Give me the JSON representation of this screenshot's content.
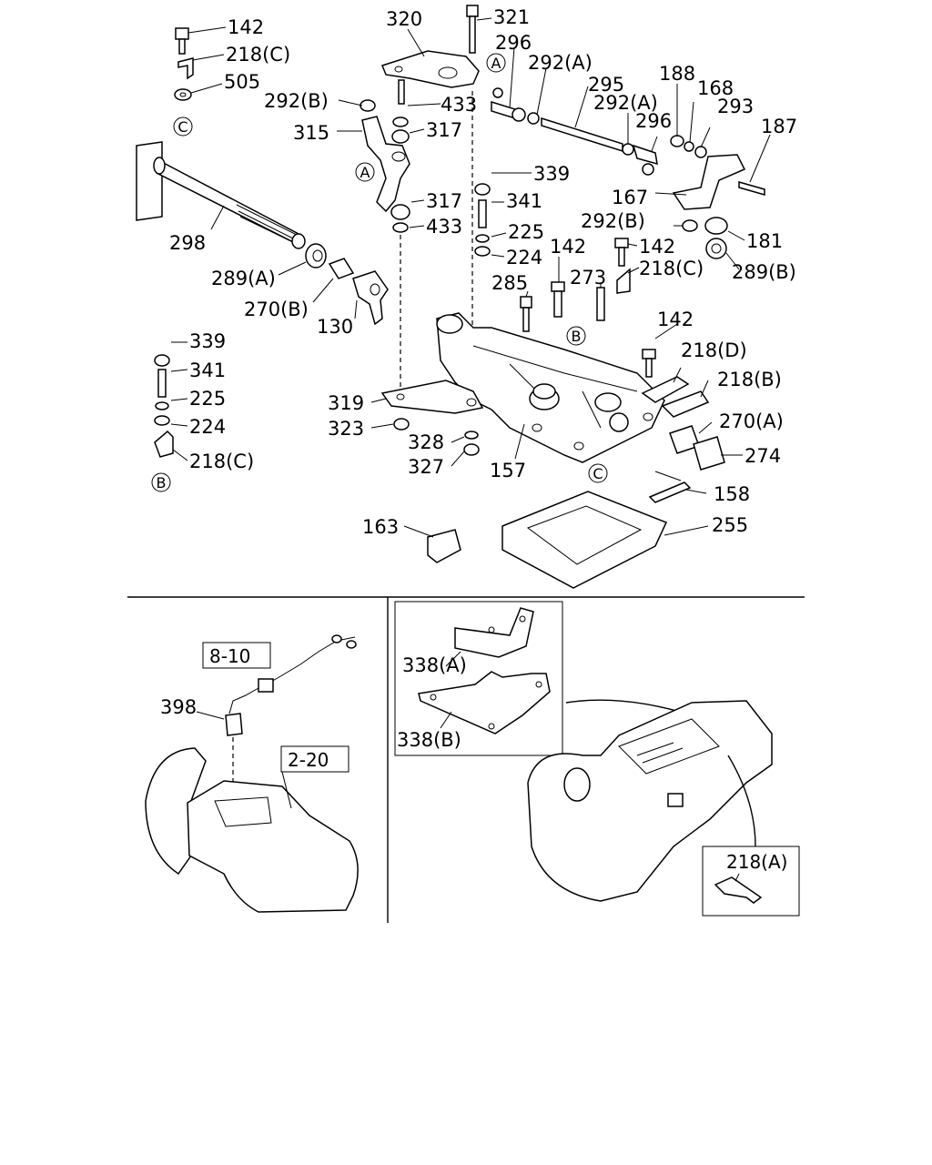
{
  "callouts": {
    "c142a": "142",
    "c218ca": "218(C)",
    "c505": "505",
    "c292ba": "292(B)",
    "c315": "315",
    "c320": "320",
    "c321": "321",
    "c296a": "296",
    "c292aa": "292(A)",
    "c295": "295",
    "c433a": "433",
    "c317a": "317",
    "c188": "188",
    "c168": "168",
    "c292ab": "292(A)",
    "c296b": "296",
    "c293": "293",
    "c187": "187",
    "c339a": "339",
    "c341a": "341",
    "c225a": "225",
    "c224a": "224",
    "c317b": "317",
    "c433b": "433",
    "c167": "167",
    "c292bb": "292(B)",
    "c181": "181",
    "c289b": "289(B)",
    "c142b": "142",
    "c142c": "142",
    "c218cb": "218(C)",
    "c298": "298",
    "c289a": "289(A)",
    "c270b": "270(B)",
    "c130": "130",
    "c285": "285",
    "c273": "273",
    "c142d": "142",
    "c218d": "218(D)",
    "c218b": "218(B)",
    "c339b": "339",
    "c341b": "341",
    "c225b": "225",
    "c224b": "224",
    "c218cc": "218(C)",
    "c319": "319",
    "c323": "323",
    "c328": "328",
    "c327": "327",
    "c157": "157",
    "c270a": "270(A)",
    "c274": "274",
    "c158": "158",
    "c163": "163",
    "c255": "255",
    "c398": "398",
    "c338a": "338(A)",
    "c338b": "338(B)"
  },
  "circled_refs": {
    "a1": "A",
    "a2": "A",
    "b1": "B",
    "b2": "B",
    "c1": "C",
    "c2": "C"
  },
  "boxed_refs": {
    "ref_8_10": "8-10",
    "ref_2_20": "2-20",
    "ref_218a": "218(A)"
  }
}
